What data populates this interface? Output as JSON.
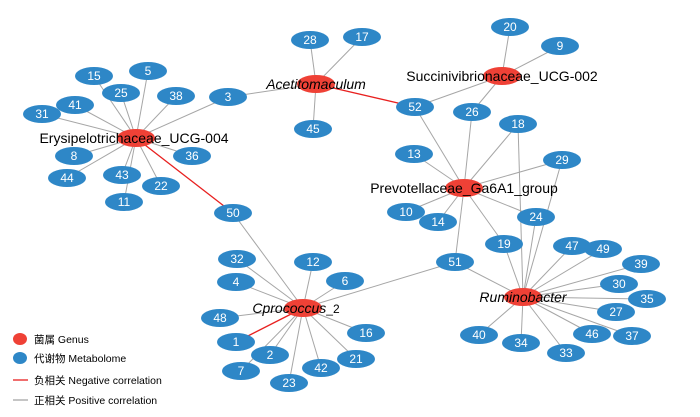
{
  "colors": {
    "genus": "#ef4136",
    "metabolite": "#2e87c7",
    "negative": "#e8201f",
    "positive": "#a6a6a6"
  },
  "genera": [
    {
      "id": "acetito",
      "label": "Acetitomaculum",
      "italic": true
    },
    {
      "id": "succini",
      "label": "Succinivibrionaceae_UCG-002",
      "italic": false
    },
    {
      "id": "erysipelo",
      "label": "Erysipelotrichaceae_UCG-004",
      "italic": false
    },
    {
      "id": "prevo",
      "label": "Prevotellaceae_Ga6A1_group",
      "italic": false
    },
    {
      "id": "cpro",
      "label": "Cprococcus",
      "suffix": "_2",
      "italic": true
    },
    {
      "id": "rumino",
      "label": "Ruminobacter",
      "italic": true
    }
  ],
  "metabolites": [
    "1",
    "2",
    "3",
    "4",
    "5",
    "6",
    "7",
    "8",
    "9",
    "10",
    "11",
    "12",
    "13",
    "14",
    "15",
    "16",
    "17",
    "18",
    "19",
    "20",
    "21",
    "22",
    "23",
    "24",
    "25",
    "26",
    "27",
    "28",
    "29",
    "30",
    "31",
    "32",
    "33",
    "34",
    "35",
    "36",
    "37",
    "38",
    "39",
    "40",
    "41",
    "42",
    "43",
    "44",
    "45",
    "46",
    "47",
    "48",
    "49",
    "50",
    "51",
    "52"
  ],
  "edges": [
    {
      "from": "acetito",
      "to": "28",
      "type": "positive"
    },
    {
      "from": "acetito",
      "to": "17",
      "type": "positive"
    },
    {
      "from": "acetito",
      "to": "45",
      "type": "positive"
    },
    {
      "from": "acetito",
      "to": "3",
      "type": "positive"
    },
    {
      "from": "acetito",
      "to": "52",
      "type": "negative"
    },
    {
      "from": "succini",
      "to": "20",
      "type": "positive"
    },
    {
      "from": "succini",
      "to": "9",
      "type": "positive"
    },
    {
      "from": "succini",
      "to": "52",
      "type": "positive"
    },
    {
      "from": "succini",
      "to": "26",
      "type": "positive"
    },
    {
      "from": "erysipelo",
      "to": "15",
      "type": "positive"
    },
    {
      "from": "erysipelo",
      "to": "5",
      "type": "positive"
    },
    {
      "from": "erysipelo",
      "to": "25",
      "type": "positive"
    },
    {
      "from": "erysipelo",
      "to": "38",
      "type": "positive"
    },
    {
      "from": "erysipelo",
      "to": "41",
      "type": "positive"
    },
    {
      "from": "erysipelo",
      "to": "31",
      "type": "positive"
    },
    {
      "from": "erysipelo",
      "to": "3",
      "type": "positive"
    },
    {
      "from": "erysipelo",
      "to": "8",
      "type": "positive"
    },
    {
      "from": "erysipelo",
      "to": "36",
      "type": "positive"
    },
    {
      "from": "erysipelo",
      "to": "44",
      "type": "positive"
    },
    {
      "from": "erysipelo",
      "to": "43",
      "type": "positive"
    },
    {
      "from": "erysipelo",
      "to": "22",
      "type": "positive"
    },
    {
      "from": "erysipelo",
      "to": "11",
      "type": "positive"
    },
    {
      "from": "erysipelo",
      "to": "50",
      "type": "negative"
    },
    {
      "from": "prevo",
      "to": "52",
      "type": "positive"
    },
    {
      "from": "prevo",
      "to": "26",
      "type": "positive"
    },
    {
      "from": "prevo",
      "to": "18",
      "type": "positive"
    },
    {
      "from": "prevo",
      "to": "13",
      "type": "positive"
    },
    {
      "from": "prevo",
      "to": "29",
      "type": "positive"
    },
    {
      "from": "prevo",
      "to": "10",
      "type": "positive"
    },
    {
      "from": "prevo",
      "to": "14",
      "type": "positive"
    },
    {
      "from": "prevo",
      "to": "24",
      "type": "positive"
    },
    {
      "from": "prevo",
      "to": "19",
      "type": "positive"
    },
    {
      "from": "prevo",
      "to": "51",
      "type": "positive"
    },
    {
      "from": "cpro",
      "to": "50",
      "type": "positive"
    },
    {
      "from": "cpro",
      "to": "32",
      "type": "positive"
    },
    {
      "from": "cpro",
      "to": "12",
      "type": "positive"
    },
    {
      "from": "cpro",
      "to": "6",
      "type": "positive"
    },
    {
      "from": "cpro",
      "to": "4",
      "type": "positive"
    },
    {
      "from": "cpro",
      "to": "48",
      "type": "positive"
    },
    {
      "from": "cpro",
      "to": "16",
      "type": "positive"
    },
    {
      "from": "cpro",
      "to": "1",
      "type": "negative"
    },
    {
      "from": "cpro",
      "to": "2",
      "type": "positive"
    },
    {
      "from": "cpro",
      "to": "21",
      "type": "positive"
    },
    {
      "from": "cpro",
      "to": "7",
      "type": "positive"
    },
    {
      "from": "cpro",
      "to": "42",
      "type": "positive"
    },
    {
      "from": "cpro",
      "to": "23",
      "type": "positive"
    },
    {
      "from": "cpro",
      "to": "51",
      "type": "positive"
    },
    {
      "from": "rumino",
      "to": "51",
      "type": "positive"
    },
    {
      "from": "rumino",
      "to": "19",
      "type": "positive"
    },
    {
      "from": "rumino",
      "to": "24",
      "type": "positive"
    },
    {
      "from": "rumino",
      "to": "29",
      "type": "positive"
    },
    {
      "from": "rumino",
      "to": "18",
      "type": "positive"
    },
    {
      "from": "rumino",
      "to": "47",
      "type": "positive"
    },
    {
      "from": "rumino",
      "to": "49",
      "type": "positive"
    },
    {
      "from": "rumino",
      "to": "39",
      "type": "positive"
    },
    {
      "from": "rumino",
      "to": "30",
      "type": "positive"
    },
    {
      "from": "rumino",
      "to": "35",
      "type": "positive"
    },
    {
      "from": "rumino",
      "to": "27",
      "type": "positive"
    },
    {
      "from": "rumino",
      "to": "37",
      "type": "positive"
    },
    {
      "from": "rumino",
      "to": "46",
      "type": "positive"
    },
    {
      "from": "rumino",
      "to": "33",
      "type": "positive"
    },
    {
      "from": "rumino",
      "to": "34",
      "type": "positive"
    },
    {
      "from": "rumino",
      "to": "40",
      "type": "positive"
    }
  ],
  "legend": {
    "genus": "菌属 Genus",
    "metabolome": "代谢物 Metabolome",
    "negative": "负相关 Negative correlation",
    "positive": "正相关 Positive correlation"
  }
}
